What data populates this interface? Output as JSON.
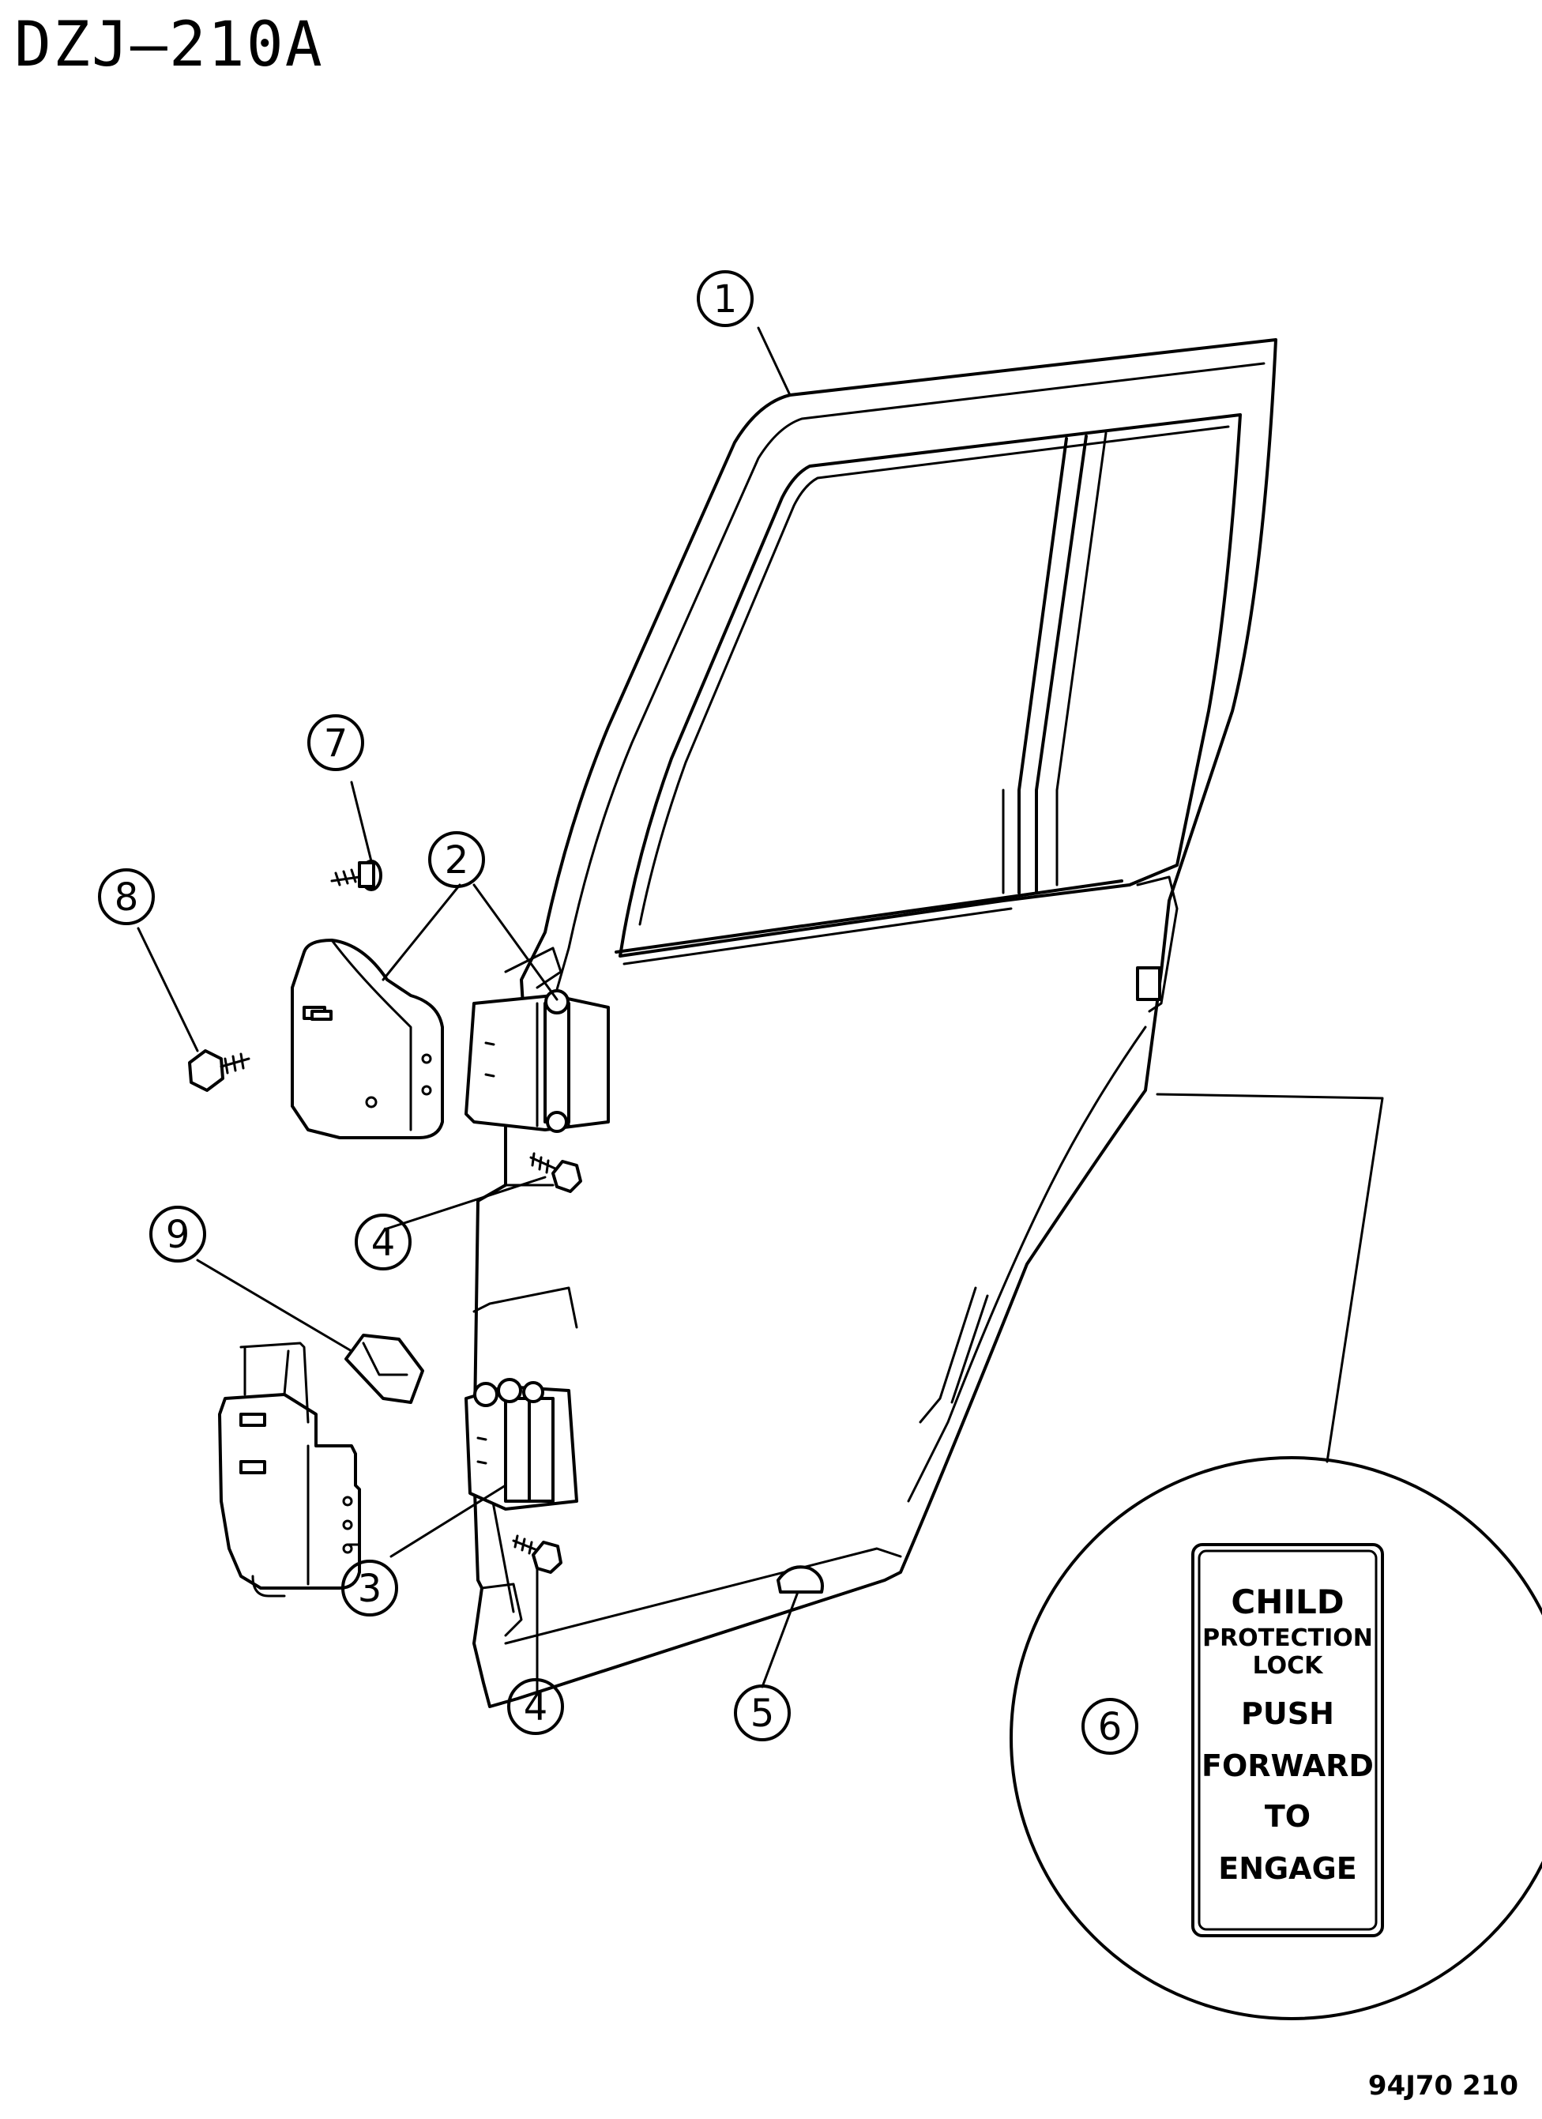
{
  "header": {
    "title": "DZJ–210A"
  },
  "footer": {
    "figure_code": "94J70 210"
  },
  "callouts": [
    {
      "id": "callout-1",
      "number": "1"
    },
    {
      "id": "callout-2",
      "number": "2"
    },
    {
      "id": "callout-3",
      "number": "3"
    },
    {
      "id": "callout-4a",
      "number": "4"
    },
    {
      "id": "callout-4b",
      "number": "4"
    },
    {
      "id": "callout-5",
      "number": "5"
    },
    {
      "id": "callout-6",
      "number": "6"
    },
    {
      "id": "callout-7",
      "number": "7"
    },
    {
      "id": "callout-8",
      "number": "8"
    },
    {
      "id": "callout-9",
      "number": "9"
    }
  ],
  "label_decal": {
    "line1": "CHILD",
    "line2": "PROTECTION",
    "line3": "LOCK",
    "line4": "PUSH",
    "line5": "FORWARD",
    "line6": "TO",
    "line7": "ENGAGE"
  }
}
